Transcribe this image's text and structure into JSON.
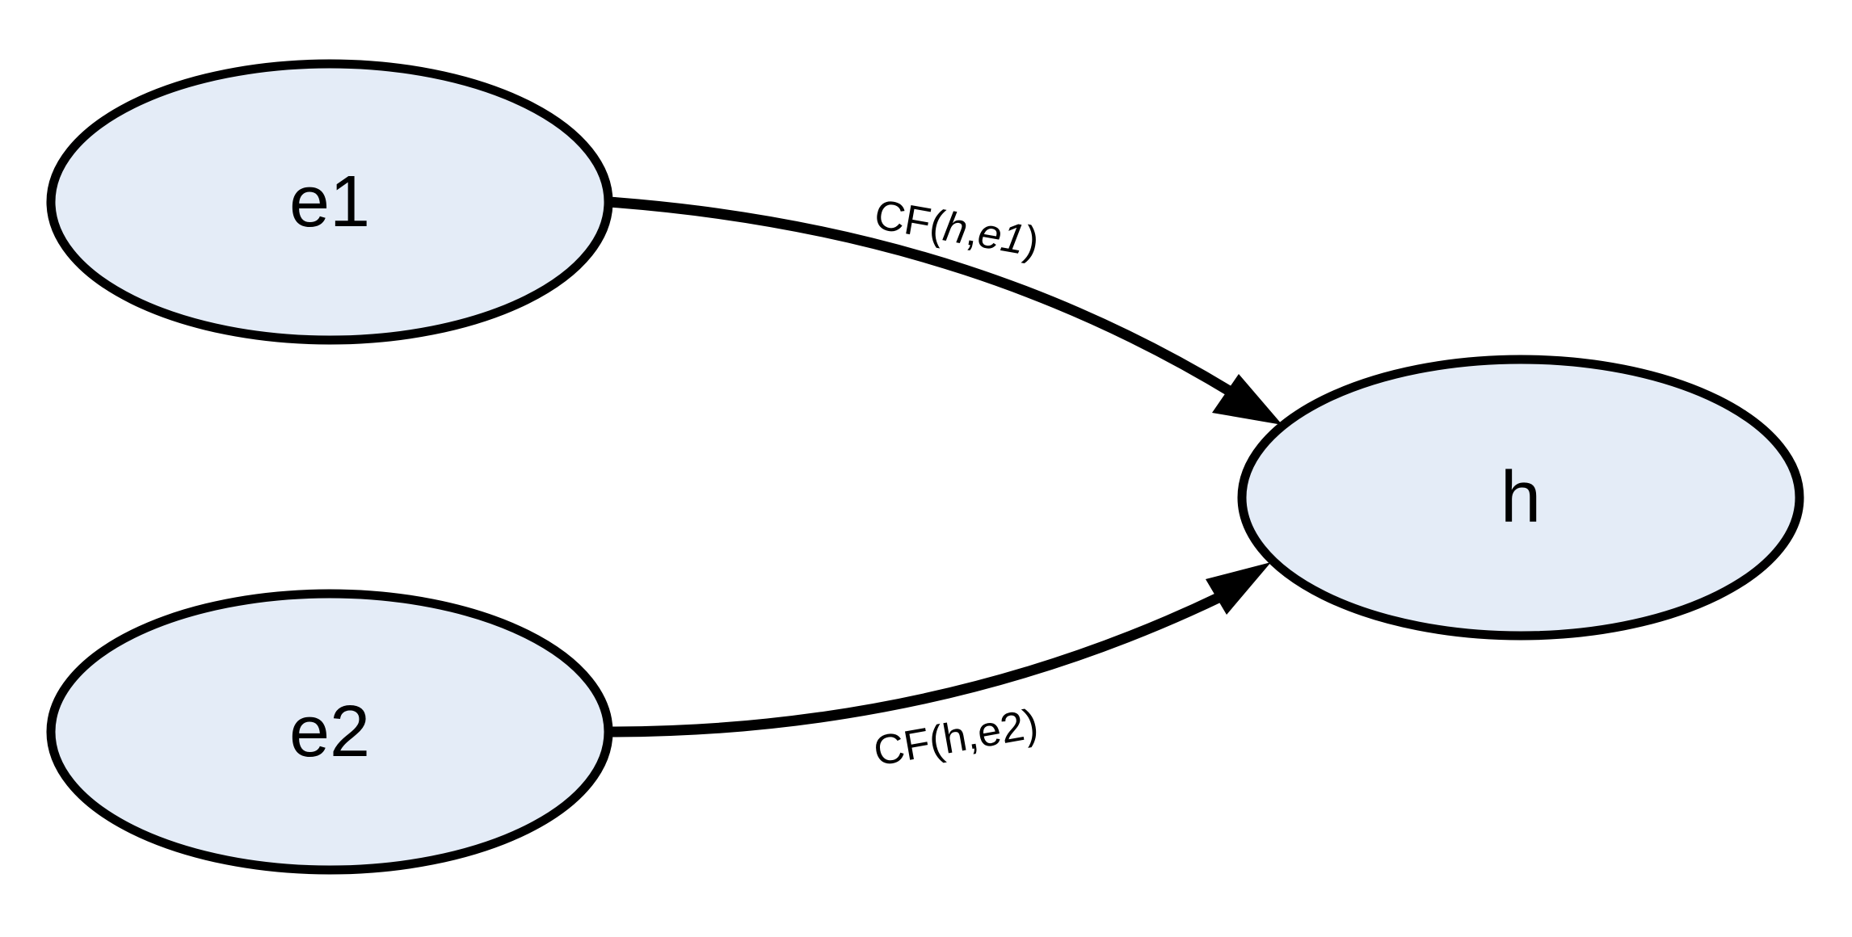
{
  "nodes": {
    "e1": {
      "label": "e1"
    },
    "e2": {
      "label": "e2"
    },
    "h": {
      "label": "h"
    }
  },
  "edges": {
    "e1_h": {
      "from": "e1",
      "to": "h",
      "label_prefix": "CF(",
      "label_var": "h",
      "label_mid": ",",
      "label_arg": "e1",
      "label_suffix": ")"
    },
    "e2_h": {
      "from": "e2",
      "to": "h",
      "label": "CF(h,e2)"
    }
  },
  "colors": {
    "node_fill": "#e4ecf7",
    "stroke": "#000000"
  }
}
